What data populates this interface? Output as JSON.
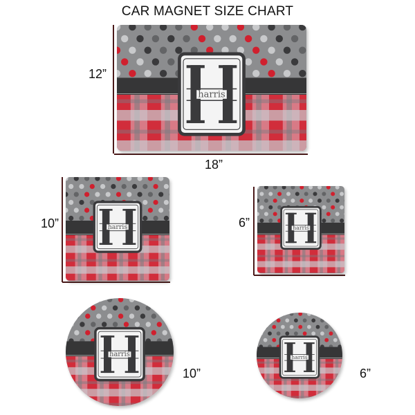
{
  "title": "CAR MAGNET SIZE CHART",
  "monogram": {
    "letter": "H",
    "name": "harris"
  },
  "colors": {
    "gray": "#8c8d8f",
    "dot_red": "#d0202e",
    "dot_dark": "#3a3a3c",
    "dot_mid": "#636466",
    "dot_light": "#c8c9cb",
    "band": "#363637",
    "plaid_red": "#d0202e",
    "plaid_light": "#c9ccd0",
    "plaid_pink": "#d87a86",
    "axis": "#4a1a1a"
  },
  "magnets": [
    {
      "id": "rect-18x12",
      "shape": "rectangle",
      "width_label": "18”",
      "height_label": "12”"
    },
    {
      "id": "square-10",
      "shape": "square",
      "height_label": "10”"
    },
    {
      "id": "square-6",
      "shape": "square",
      "height_label": "6”"
    },
    {
      "id": "circle-10",
      "shape": "circle",
      "size_label": "10”"
    },
    {
      "id": "circle-6",
      "shape": "circle",
      "size_label": "6”"
    }
  ]
}
